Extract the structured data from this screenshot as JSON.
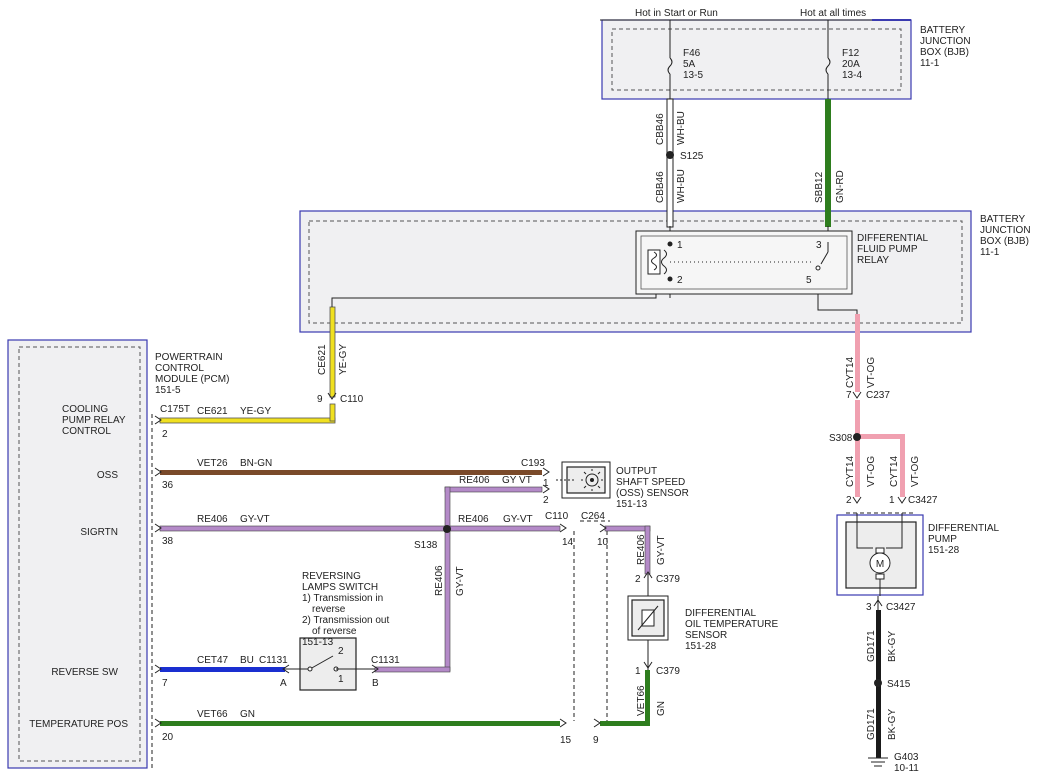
{
  "colors": {
    "wire_white_blue": "#ffffff",
    "wire_green_red": "#2e7d1e",
    "wire_yellow_grey": "#f0e020",
    "wire_brown_green": "#7a4a2a",
    "wire_grey_violet": "#b48ac8",
    "wire_blue": "#1a2fd0",
    "wire_green": "#2e7d1e",
    "wire_violet_orange": "#f0a0b0",
    "wire_black_grey": "#1a1a1a",
    "box_border": "#3a3ab0"
  },
  "supply": {
    "hot_start_run": "Hot in Start or Run",
    "hot_all_times": "Hot at all times"
  },
  "bjb_top": {
    "label": [
      "BATTERY",
      "JUNCTION",
      "BOX (BJB)",
      "11-1"
    ],
    "fuse_f46": [
      "F46",
      "5A",
      "13-5"
    ],
    "fuse_f12": [
      "F12",
      "20A",
      "13-4"
    ]
  },
  "bjb_mid": {
    "label": [
      "BATTERY",
      "JUNCTION",
      "BOX (BJB)",
      "11-1"
    ],
    "relay_label": [
      "DIFFERENTIAL",
      "FLUID PUMP",
      "RELAY"
    ],
    "pin1": "1",
    "pin2": "2",
    "pin3": "3",
    "pin5": "5"
  },
  "pcm": {
    "label": [
      "POWERTRAIN",
      "CONTROL",
      "MODULE (PCM)",
      "151-5"
    ],
    "conn": "C175T",
    "pins": {
      "cooling": [
        "COOLING",
        "PUMP RELAY",
        "CONTROL"
      ],
      "cooling_pin": "2",
      "oss": "OSS",
      "oss_pin": "36",
      "sigrtn": "SIGRTN",
      "sigrtn_pin": "38",
      "reverse": "REVERSE SW",
      "reverse_pin": "7",
      "temp": "TEMPERATURE POS",
      "temp_pin": "20"
    }
  },
  "wires": {
    "cbb46_a": "CBB46",
    "wh_bu_a": "WH-BU",
    "s125": "S125",
    "cbb46_b": "CBB46",
    "wh_bu_b": "WH-BU",
    "sbb12": "SBB12",
    "gn_rd": "GN-RD",
    "ce621_v": "CE621",
    "ye_gy_v": "YE-GY",
    "c110_pin": "9",
    "c110": "C110",
    "ce621_h": "CE621",
    "ye_gy_h": "YE-GY",
    "vet26": "VET26",
    "bn_gn": "BN-GN",
    "c193": "C193",
    "re406_top": "RE406",
    "gy_vt_top": "GY VT",
    "oss_pin1": "1",
    "oss_pin2": "2",
    "re406_a": "RE406",
    "gy_vt_a": "GY-VT",
    "re406_b": "RE406",
    "gy_vt_b": "GY-VT",
    "c110b": "C110",
    "c264": "C264",
    "pin14": "14",
    "pin10": "10",
    "s138": "S138",
    "re406_v": "RE406",
    "gy_vt_v": "GY-VT",
    "re406_sensor": "RE406",
    "gy_vt_sensor": "GY-VT",
    "c379_pin2": "2",
    "c379_top": "C379",
    "c379_pin1": "1",
    "c379_bot": "C379",
    "vet66_v": "VET66",
    "gn_v": "GN",
    "cet47": "CET47",
    "bu": "BU",
    "c1131_a": "C1131",
    "c1131_b": "C1131",
    "pin_a": "A",
    "pin_b": "B",
    "vet66_h": "VET66",
    "gn_h": "GN",
    "pin15": "15",
    "pin9": "9",
    "cyt14_a": "CYT14",
    "vt_og_a": "VT-OG",
    "c237_pin": "7",
    "c237": "C237",
    "s308": "S308",
    "cyt14_b": "CYT14",
    "vt_og_b": "VT-OG",
    "cyt14_c": "CYT14",
    "vt_og_c": "VT-OG",
    "c3427_pin2": "2",
    "c3427_pin1": "1",
    "c3427_top": "C3427",
    "c3427_pin3": "3",
    "c3427_bot": "C3427",
    "gd171_a": "GD171",
    "bk_gy_a": "BK-GY",
    "s415": "S415",
    "gd171_b": "GD171",
    "bk_gy_b": "BK-GY",
    "g403": "G403",
    "g403_ref": "10-11"
  },
  "components": {
    "oss_sensor": [
      "OUTPUT",
      "SHAFT SPEED",
      "(OSS) SENSOR",
      "151-13"
    ],
    "reversing": [
      "REVERSING",
      "LAMPS SWITCH",
      "1) Transmission in",
      "reverse",
      "2) Transmission out",
      "of reverse",
      "151-13"
    ],
    "switch_pin2": "2",
    "switch_pin1": "1",
    "oil_temp": [
      "DIFFERENTIAL",
      "OIL TEMPERATURE",
      "SENSOR",
      "151-28"
    ],
    "pump": [
      "DIFFERENTIAL",
      "PUMP",
      "151-28"
    ],
    "motor_letter": "M"
  }
}
